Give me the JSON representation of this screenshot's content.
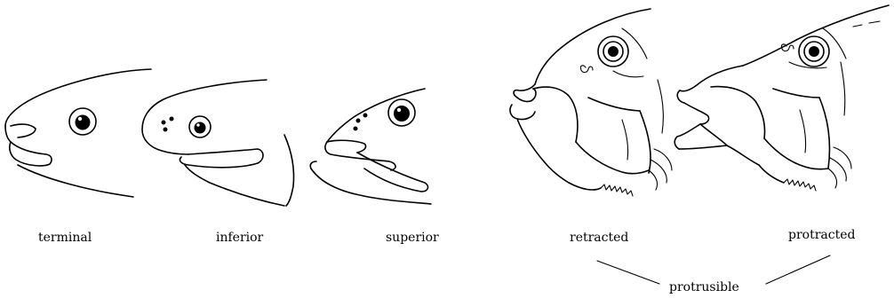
{
  "labels": {
    "terminal": "terminal",
    "inferior": "inferior",
    "superior": "superior",
    "retracted": "retracted",
    "protracted": "protracted",
    "protrusible": "protrusible"
  }
}
